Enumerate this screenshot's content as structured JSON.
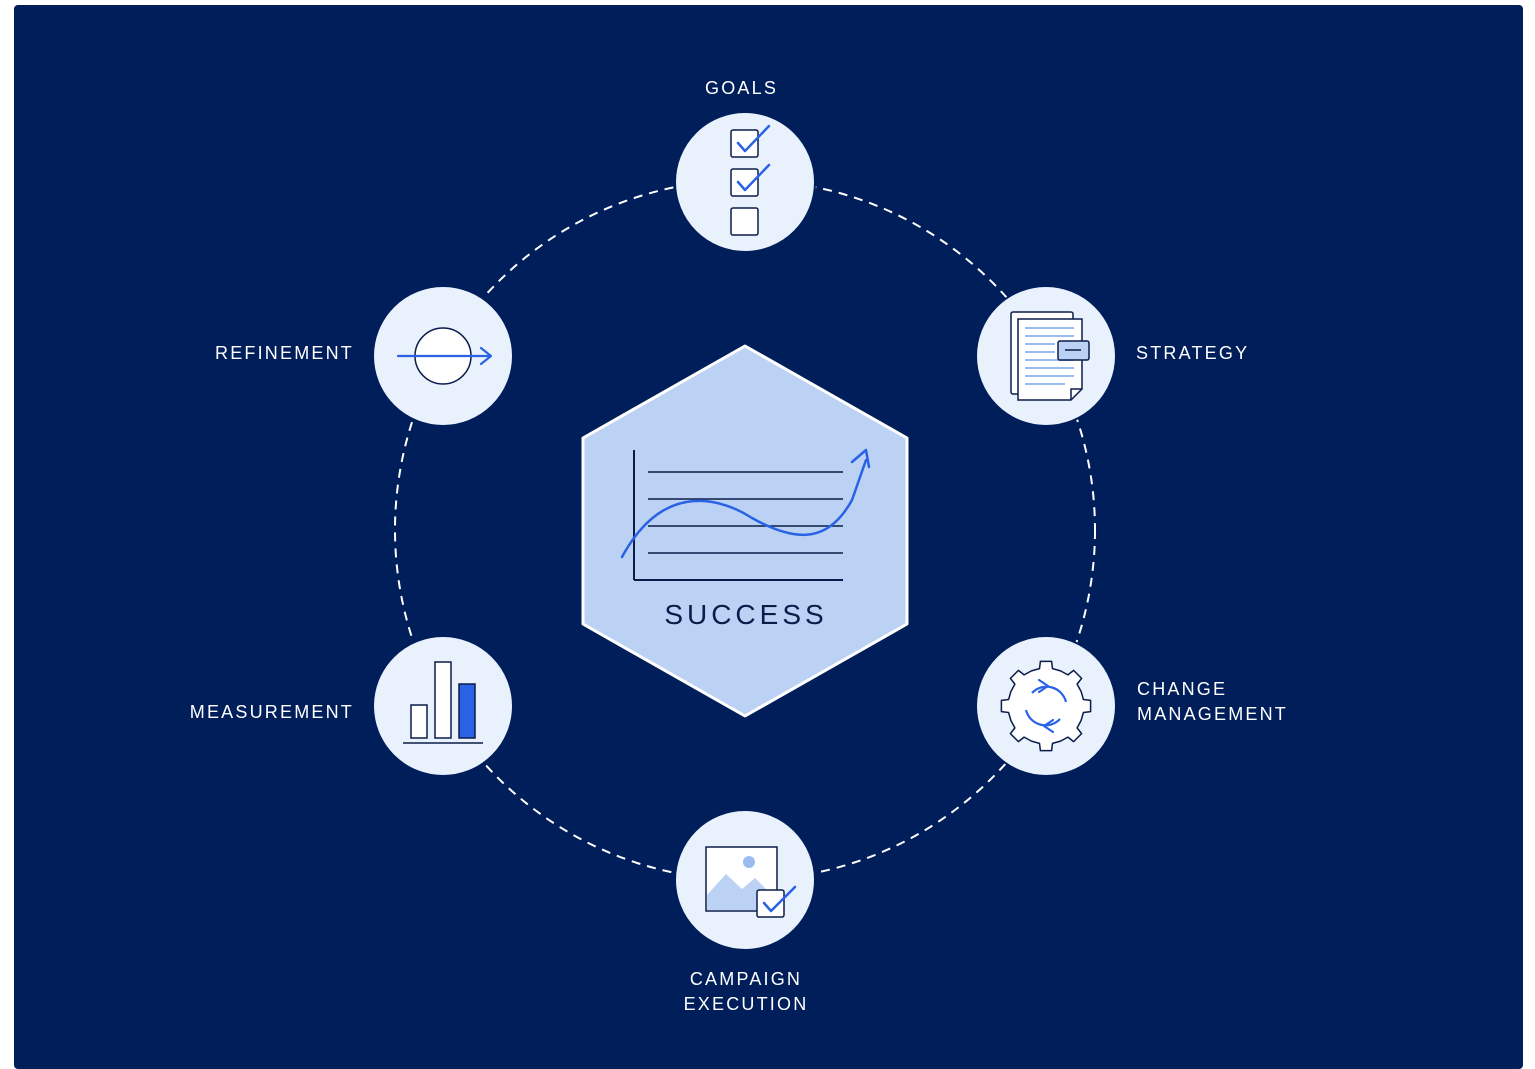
{
  "diagram": {
    "center": {
      "label": "SUCCESS",
      "icon": "growth-line-chart-icon"
    },
    "stages": [
      {
        "id": "goals",
        "lines": [
          "GOALS"
        ],
        "icon": "checklist-icon"
      },
      {
        "id": "strategy",
        "lines": [
          "STRATEGY"
        ],
        "icon": "documents-icon"
      },
      {
        "id": "change-management",
        "lines": [
          "CHANGE",
          "MANAGEMENT"
        ],
        "icon": "gear-refresh-icon"
      },
      {
        "id": "campaign-execution",
        "lines": [
          "CAMPAIGN",
          "EXECUTION"
        ],
        "icon": "image-check-icon"
      },
      {
        "id": "measurement",
        "lines": [
          "MEASUREMENT"
        ],
        "icon": "bar-chart-icon"
      },
      {
        "id": "refinement",
        "lines": [
          "REFINEMENT"
        ],
        "icon": "target-arrow-icon"
      }
    ]
  },
  "colors": {
    "background": "#001e5a",
    "node_fill": "#e8f1fc",
    "hexagon_fill": "#bcd2f5",
    "accent": "#2a62e6",
    "ink": "#0b1c4a",
    "connector": "#ffffff"
  }
}
